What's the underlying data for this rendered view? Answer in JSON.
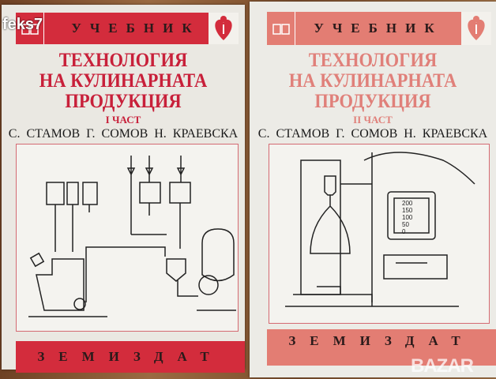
{
  "watermark_top": "feks7",
  "watermark_bottom": "BAZAR",
  "colors": {
    "band_left": "#d32c3c",
    "band_right": "#e37d73",
    "title_left": "#c8203a",
    "title_right": "#e0807a"
  },
  "books": [
    {
      "series": "УЧЕБНИК",
      "title": [
        "ТЕХНОЛОГИЯ",
        "НА КУЛИНАРНАТА",
        "ПРОДУКЦИЯ"
      ],
      "part": "I ЧАСТ",
      "authors": "С. СТАМОВ  Г. СОМОВ  Н. КРАЕВСКА",
      "publisher": "ЗЕМИЗДАТ",
      "icons": [
        "book-icon",
        "heart-pen-logo-icon"
      ]
    },
    {
      "series": "УЧЕБНИК",
      "title": [
        "ТЕХНОЛОГИЯ",
        "НА КУЛИНАРНАТА",
        "ПРОДУКЦИЯ"
      ],
      "part": "II ЧАСТ",
      "authors": "С. СТАМОВ  Г. СОМОВ  Н. КРАЕВСКА",
      "publisher": "ЗЕМИЗДАТ",
      "gauge_labels": [
        "200",
        "150",
        "100",
        "50",
        "0"
      ],
      "icons": [
        "book-icon",
        "heart-pen-logo-icon"
      ]
    }
  ]
}
